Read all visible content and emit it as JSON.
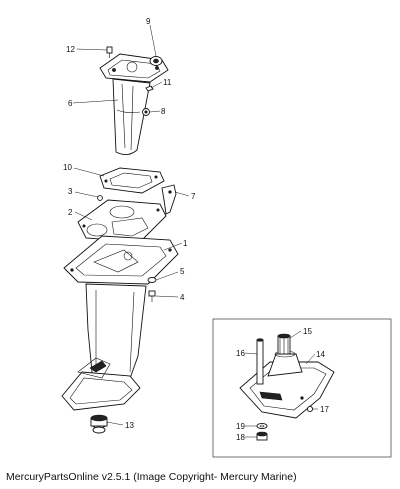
{
  "callouts": [
    {
      "id": "1",
      "text": "1"
    },
    {
      "id": "2",
      "text": "2"
    },
    {
      "id": "3",
      "text": "3"
    },
    {
      "id": "4",
      "text": "4"
    },
    {
      "id": "5",
      "text": "5"
    },
    {
      "id": "6",
      "text": "6"
    },
    {
      "id": "7",
      "text": "7"
    },
    {
      "id": "8",
      "text": "8"
    },
    {
      "id": "9",
      "text": "9"
    },
    {
      "id": "10",
      "text": "10"
    },
    {
      "id": "11",
      "text": "11"
    },
    {
      "id": "12",
      "text": "12"
    },
    {
      "id": "13",
      "text": "13"
    },
    {
      "id": "14",
      "text": "14"
    },
    {
      "id": "15",
      "text": "15"
    },
    {
      "id": "16",
      "text": "16"
    },
    {
      "id": "17",
      "text": "17"
    },
    {
      "id": "18",
      "text": "18"
    },
    {
      "id": "19",
      "text": "19"
    }
  ],
  "caption": "MercuryPartsOnline v2.5.1 (Image Copyright- Mercury Marine)"
}
